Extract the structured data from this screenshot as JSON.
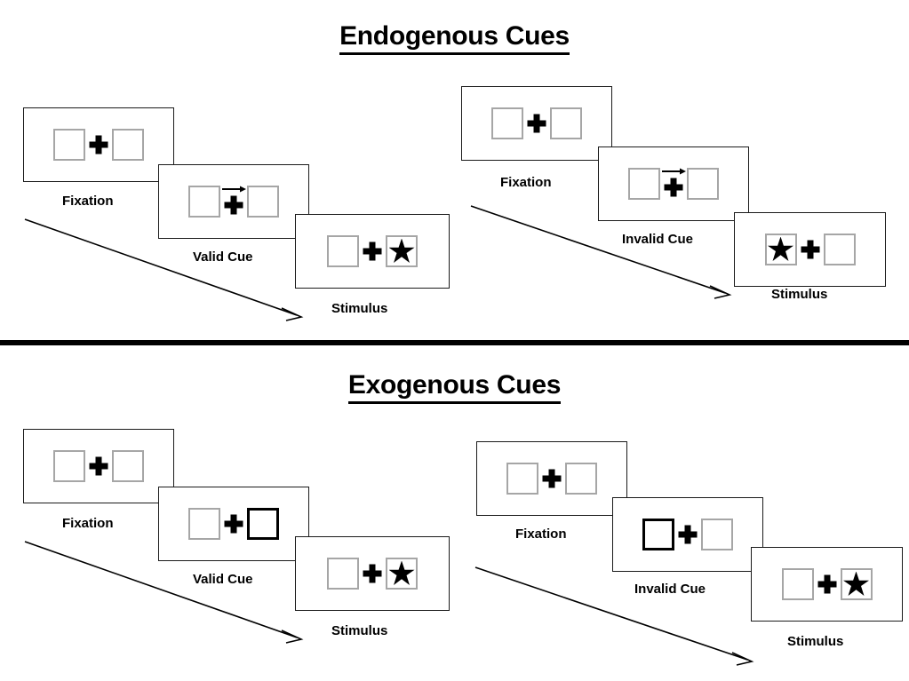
{
  "sections": [
    {
      "id": "endogenous",
      "title": "Endogenous Cues",
      "cue_type": "arrow",
      "sequences": [
        {
          "id": "endogenous-valid",
          "validity": "valid",
          "labels": {
            "fixation": "Fixation",
            "cue": "Valid Cue",
            "stimulus": "Stimulus"
          },
          "frames": [
            {
              "name": "fixation",
              "left_box": "empty",
              "right_box": "empty",
              "cue": "none",
              "label": "Fixation"
            },
            {
              "name": "cue",
              "left_box": "empty",
              "right_box": "empty",
              "cue": "arrow-right",
              "label": "Valid Cue"
            },
            {
              "name": "stimulus",
              "left_box": "empty",
              "right_box": "star",
              "cue": "none",
              "label": "Stimulus"
            }
          ]
        },
        {
          "id": "endogenous-invalid",
          "validity": "invalid",
          "labels": {
            "fixation": "Fixation",
            "cue": "Invalid Cue",
            "stimulus": "Stimulus"
          },
          "frames": [
            {
              "name": "fixation",
              "left_box": "empty",
              "right_box": "empty",
              "cue": "none",
              "label": "Fixation"
            },
            {
              "name": "cue",
              "left_box": "empty",
              "right_box": "empty",
              "cue": "arrow-right",
              "label": "Invalid Cue"
            },
            {
              "name": "stimulus",
              "left_box": "star",
              "right_box": "empty",
              "cue": "none",
              "label": "Stimulus"
            }
          ]
        }
      ]
    },
    {
      "id": "exogenous",
      "title": "Exogenous Cues",
      "cue_type": "box-flash",
      "sequences": [
        {
          "id": "exogenous-valid",
          "validity": "valid",
          "labels": {
            "fixation": "Fixation",
            "cue": "Valid Cue",
            "stimulus": "Stimulus"
          },
          "frames": [
            {
              "name": "fixation",
              "left_box": "empty",
              "right_box": "empty",
              "cue": "none",
              "label": "Fixation"
            },
            {
              "name": "cue",
              "left_box": "empty",
              "right_box": "cued",
              "cue": "none",
              "label": "Valid Cue"
            },
            {
              "name": "stimulus",
              "left_box": "empty",
              "right_box": "star",
              "cue": "none",
              "label": "Stimulus"
            }
          ]
        },
        {
          "id": "exogenous-invalid",
          "validity": "invalid",
          "labels": {
            "fixation": "Fixation",
            "cue": "Invalid Cue",
            "stimulus": "Stimulus"
          },
          "frames": [
            {
              "name": "fixation",
              "left_box": "empty",
              "right_box": "empty",
              "cue": "none",
              "label": "Fixation"
            },
            {
              "name": "cue",
              "left_box": "cued",
              "right_box": "empty",
              "cue": "none",
              "label": "Invalid Cue"
            },
            {
              "name": "stimulus",
              "left_box": "empty",
              "right_box": "star",
              "cue": "none",
              "label": "Stimulus"
            }
          ]
        }
      ]
    }
  ],
  "labels": {
    "fixation": "Fixation",
    "valid_cue": "Valid Cue",
    "invalid_cue": "Invalid Cue",
    "stimulus": "Stimulus"
  },
  "icons": {
    "fixation_cross": "plus-icon",
    "arrow_cue": "arrow-right-icon",
    "target": "star-icon",
    "time_flow": "diagonal-arrow-icon"
  },
  "colors": {
    "ink": "#000000",
    "panel_border": "#1a1a1a",
    "box_border": "#a6a6a6",
    "cued_box_border": "#000000",
    "background": "#ffffff"
  }
}
